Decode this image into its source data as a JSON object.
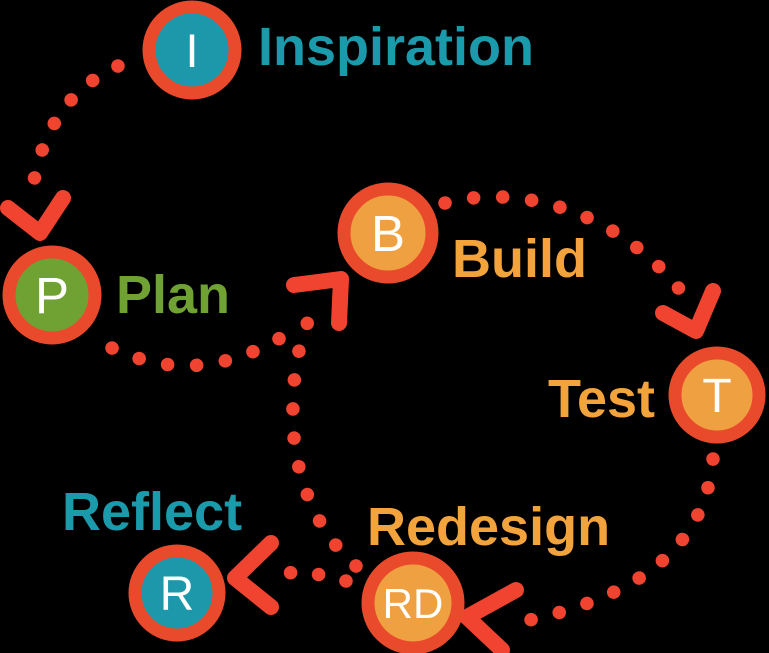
{
  "background": "#000000",
  "colors": {
    "background": "#000000",
    "ring_red": "#E84A2B",
    "dot_red": "#F04330",
    "teal": "#1C98AA",
    "teal_text": "#1B9AAC",
    "green": "#70A233",
    "orange_fill": "#EFA041",
    "orange_text": "#F2A33C",
    "letter_white": "#FFFFFF"
  },
  "nodes": [
    {
      "id": "inspiration",
      "letter": "I",
      "label": "Inspiration"
    },
    {
      "id": "plan",
      "letter": "P",
      "label": "Plan"
    },
    {
      "id": "build",
      "letter": "B",
      "label": "Build"
    },
    {
      "id": "test",
      "letter": "T",
      "label": "Test"
    },
    {
      "id": "redesign",
      "letter": "RD",
      "label": "Redesign"
    },
    {
      "id": "reflect",
      "letter": "R",
      "label": "Reflect"
    }
  ],
  "connections": [
    {
      "from": "Inspiration",
      "to": "Plan"
    },
    {
      "from": "Plan",
      "to": "Build"
    },
    {
      "from": "Build",
      "to": "Test"
    },
    {
      "from": "Test",
      "to": "Redesign"
    },
    {
      "from": "Redesign",
      "to": "Build"
    },
    {
      "from": "Redesign",
      "to": "Reflect"
    }
  ]
}
